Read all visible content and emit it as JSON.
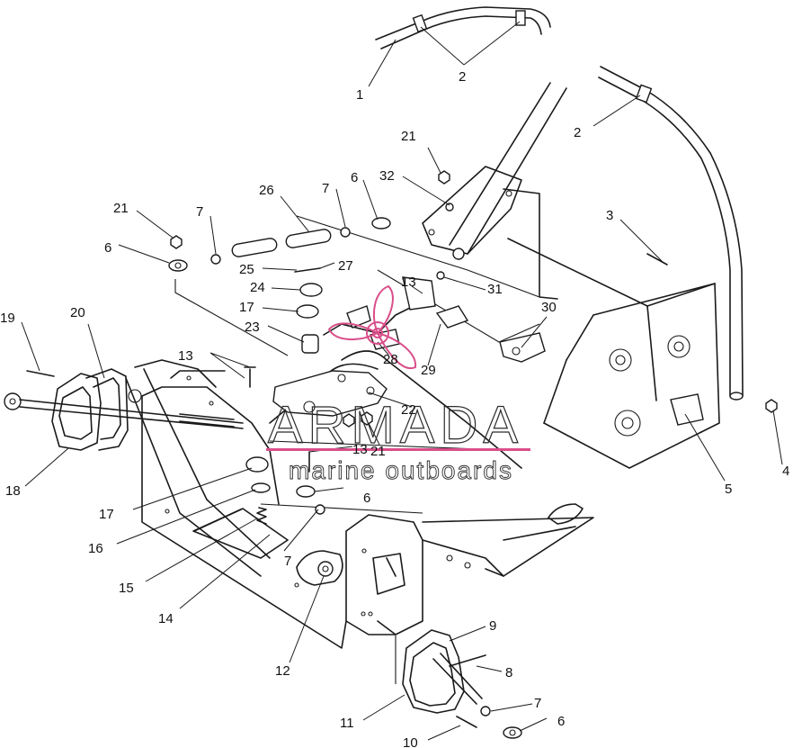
{
  "watermark": {
    "brand": "ARMADA",
    "tagline": "marine outboards",
    "accent_color": "#d94f8a",
    "line_color": "#2b2b2b"
  },
  "callouts": [
    "1",
    "2",
    "2",
    "3",
    "4",
    "5",
    "6",
    "6",
    "6",
    "6",
    "7",
    "7",
    "7",
    "7",
    "8",
    "9",
    "10",
    "11",
    "12",
    "13",
    "13",
    "13",
    "14",
    "15",
    "16",
    "17",
    "17",
    "18",
    "19",
    "20",
    "21",
    "21",
    "21",
    "22",
    "23",
    "24",
    "25",
    "26",
    "27",
    "28",
    "29",
    "30",
    "31",
    "32"
  ]
}
